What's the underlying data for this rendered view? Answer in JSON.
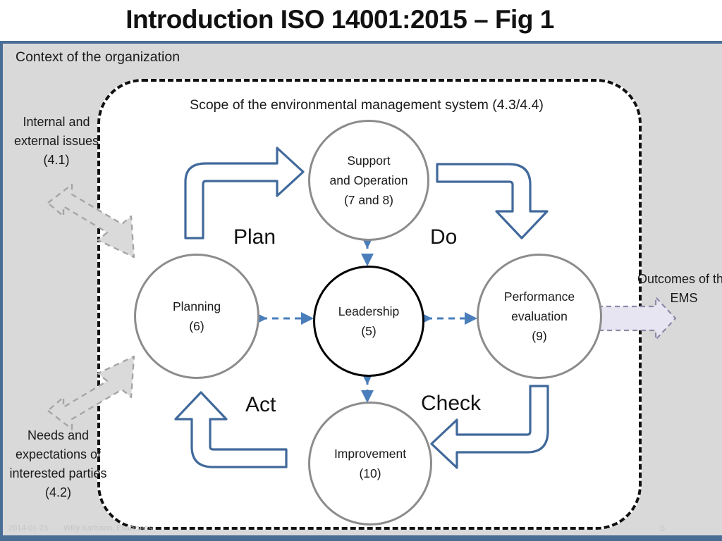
{
  "slide": {
    "title": "Introduction ISO 14001:2015 – Fig 1",
    "context_label": "Context of the organization",
    "scope_title": "Scope of the environmental management system (4.3/4.4)"
  },
  "side_labels": {
    "internal_issues": "Internal and external issues (4.1)",
    "needs_expectations": "Needs and expectations of interested parties (4.2)",
    "outcomes": "Outcomes of the EMS"
  },
  "circles": {
    "support": {
      "line1": "Support",
      "line2": "and Operation",
      "line3": "(7 and 8)"
    },
    "planning": {
      "line1": "Planning",
      "line2": "(6)"
    },
    "leadership": {
      "line1": "Leadership",
      "line2": "(5)"
    },
    "performance": {
      "line1": "Performance",
      "line2": "evaluation",
      "line3": "(9)"
    },
    "improvement": {
      "line1": "Improvement",
      "line2": "(10)"
    }
  },
  "pdca": {
    "plan": "Plan",
    "do": "Do",
    "act": "Act",
    "check": "Check"
  },
  "footer": {
    "date": "2014-01-23",
    "author": "Willy Karlsson, Evanisees",
    "page": "6"
  },
  "colors": {
    "slide_background": "#d9d9d9",
    "accent_bar": "#4a6d96",
    "arrow_blue": "#41699b",
    "dashed_blue": "#4a7ebb",
    "circle_gray": "#8c8c8c",
    "circle_black": "#000000",
    "gray_arrow": "#a6a6a6",
    "outcome_arrow": "#e4e2ef"
  }
}
